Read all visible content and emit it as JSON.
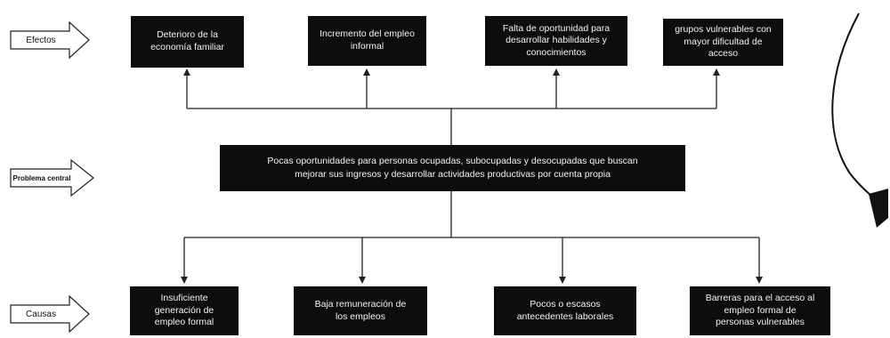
{
  "side_labels": {
    "effects": "Efectos",
    "central": "Problema central",
    "causes": "Causas"
  },
  "effects": [
    "Deterioro de la\neconomía familiar",
    "Incremento del empleo\ninformal",
    "Falta de oportunidad para\ndesarrollar habilidades y\nconocimientos",
    "grupos vulnerables con\nmayor dificultad de\nacceso"
  ],
  "central_problem": "Pocas oportunidades para personas  ocupadas, subocupadas y desocupadas que buscan\nmejorar sus ingresos y desarrollar actividades productivas por cuenta propia",
  "causes": [
    "Insuficiente\ngeneración de\nempleo formal",
    "Baja remuneración de\nlos empleos",
    "Pocos  o escasos\nantecedentes laborales",
    "Barreras para el acceso al\nempleo formal de\npersonas vulnerables"
  ],
  "colors": {
    "box_fill": "#0d0d0d",
    "box_text": "#f2f2f2",
    "lines": "#222222"
  }
}
